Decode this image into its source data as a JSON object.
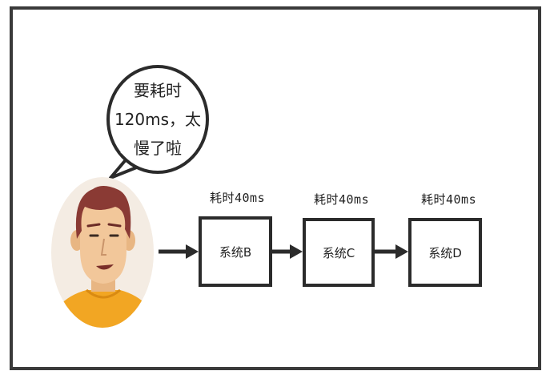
{
  "bubble": {
    "line1": "要耗时",
    "line2": "120ms，太",
    "line3": "慢了啦"
  },
  "systems": [
    {
      "label": "耗时40ms",
      "name": "系统B"
    },
    {
      "label": "耗时40ms",
      "name": "系统C"
    },
    {
      "label": "耗时40ms",
      "name": "系统D"
    }
  ],
  "colors": {
    "outline": "#2b2b2b",
    "face_bg": "#f4ece3",
    "skin": "#f2c79a",
    "hair": "#8a3a34",
    "shirt": "#f2a623"
  }
}
